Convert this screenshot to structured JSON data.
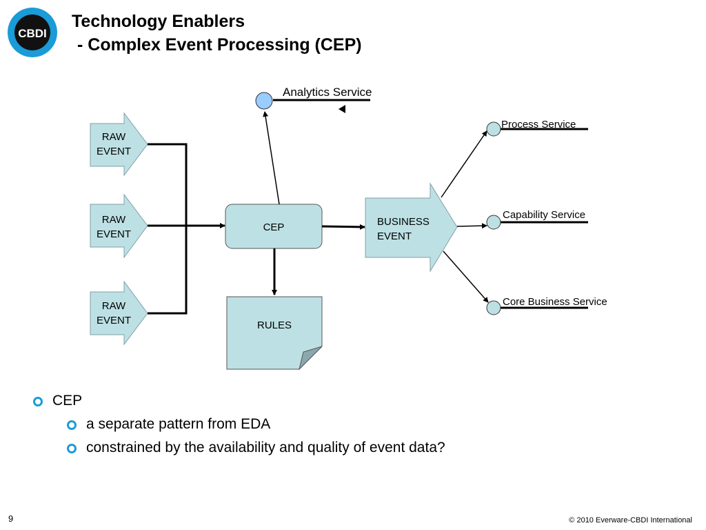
{
  "title": {
    "line1": "Technology Enablers",
    "line2": "- Complex Event Processing (CEP)"
  },
  "logo": {
    "text": "CBDI",
    "colors": {
      "outer": "#1b9bd7",
      "inner": "#111111"
    }
  },
  "diagram": {
    "raw_events": [
      {
        "line1": "RAW",
        "line2": "EVENT"
      },
      {
        "line1": "RAW",
        "line2": "EVENT"
      },
      {
        "line1": "RAW",
        "line2": "EVENT"
      }
    ],
    "cep": "CEP",
    "rules": "RULES",
    "business_event": {
      "line1": "BUSINESS",
      "line2": "EVENT"
    },
    "services": {
      "analytics": "Analytics Service",
      "process": "Process Service",
      "capability": "Capability Service",
      "core": "Core Business Service"
    },
    "colors": {
      "shape_fill": "#bde0e4",
      "analytics_node": "#99ccff"
    }
  },
  "bullets": [
    {
      "level": 1,
      "text": "CEP"
    },
    {
      "level": 2,
      "text": "a separate pattern from EDA"
    },
    {
      "level": 2,
      "text": "constrained by the availability and quality of event data?"
    }
  ],
  "footer": {
    "page_number": "9",
    "copyright": "© 2010 Everware-CBDI International"
  }
}
